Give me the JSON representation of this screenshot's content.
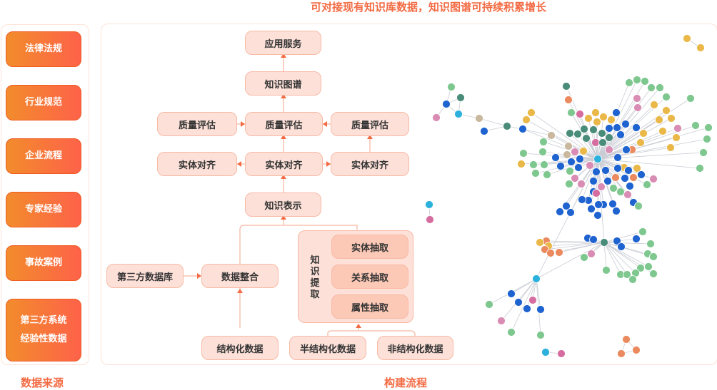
{
  "header": {
    "title": "可对接现有知识库数据，知识图谱可持续积累增长"
  },
  "sources": {
    "label": "数据来源",
    "items": [
      {
        "label": "法律法规"
      },
      {
        "label": "行业规范"
      },
      {
        "label": "企业流程"
      },
      {
        "label": "专家经验"
      },
      {
        "label": "事故案例"
      },
      {
        "label": "第三方系统",
        "label2": "经验性数据"
      }
    ]
  },
  "flow": {
    "label": "构建流程",
    "app_service": "应用服务",
    "knowledge_graph": "知识图谱",
    "quality_left": "质量评估",
    "quality_center": "质量评估",
    "quality_right": "质量评估",
    "align_left": "实体对齐",
    "align_center": "实体对齐",
    "align_right": "实体对齐",
    "representation": "知识表示",
    "third_party_db": "第三方数据库",
    "integration": "数据整合",
    "extraction_group": "知识提取",
    "entity_extraction": "实体抽取",
    "relation_extraction": "关系抽取",
    "attribute_extraction": "属性抽取",
    "structured": "结构化数据",
    "semi_structured": "半结构化数据",
    "unstructured": "非结构化数据"
  },
  "graph": {
    "node_colors": {
      "blue": "#1e63d0",
      "green": "#7ec88f",
      "teal": "#4a8c7a",
      "yellow": "#eab848",
      "pink": "#d98cb4",
      "magenta": "#d66da0",
      "orange": "#ea8a5e",
      "beige": "#c9b79e",
      "cyan": "#2bb1dc"
    }
  }
}
